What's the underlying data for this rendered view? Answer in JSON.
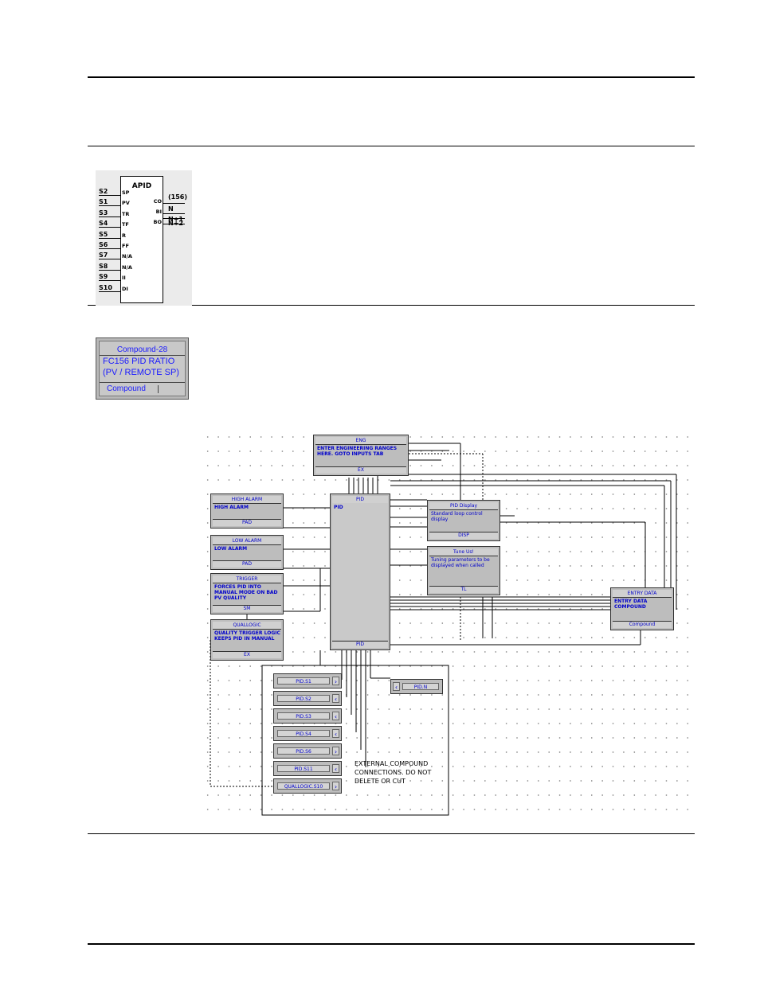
{
  "apid_block": {
    "title": "APID",
    "inputs": [
      {
        "signal": "S2",
        "pin": "SP"
      },
      {
        "signal": "S1",
        "pin": "PV"
      },
      {
        "signal": "S3",
        "pin": "TR"
      },
      {
        "signal": "S4",
        "pin": "TF"
      },
      {
        "signal": "S5",
        "pin": "R"
      },
      {
        "signal": "S6",
        "pin": "FF"
      },
      {
        "signal": "S7",
        "pin": "N/A"
      },
      {
        "signal": "S8",
        "pin": "N/A"
      },
      {
        "signal": "S9",
        "pin": "II"
      },
      {
        "signal": "S10",
        "pin": "DI"
      }
    ],
    "outputs": [
      {
        "pin": "CO",
        "value": "(156)"
      },
      {
        "pin": "BI",
        "value": "N"
      },
      {
        "pin": "BO",
        "value": "N+1"
      }
    ],
    "extra_output": "N+2"
  },
  "compound_icon": {
    "name": "Compound-28",
    "desc_line1": "FC156 PID RATIO",
    "desc_line2": "(PV / REMOTE SP)",
    "type": "Compound"
  },
  "diagram": {
    "eng": {
      "title": "ENG",
      "text": "ENTER ENGINEERING RANGES HERE. GOTO INPUTS TAB",
      "footer": "EX"
    },
    "high_alarm": {
      "title": "HIGH ALARM",
      "text": "HIGH ALARM",
      "footer": "PAD"
    },
    "low_alarm": {
      "title": "LOW ALARM",
      "text": "LOW ALARM",
      "footer": "PAD"
    },
    "trigger": {
      "title": "TRIGGER",
      "text": "FORCES PID INTO MANUAL MODE ON BAD PV QUALITY",
      "footer": "SM"
    },
    "quallogic": {
      "title": "QUALLOGIC",
      "text": "QUALITY TRIGGER LOGIC KEEPS PID IN MANUAL",
      "footer": "EX"
    },
    "pid": {
      "title": "PID",
      "text": "PID",
      "footer": "PID"
    },
    "pid_display": {
      "title": "PID Display",
      "text": "Standard loop control display",
      "footer": "DISP"
    },
    "tune_us": {
      "title": "Tune Us!",
      "text": "Tuning parameters to be displayed when called",
      "footer": "TL"
    },
    "entry_data": {
      "title": "ENTRY DATA",
      "text": "ENTRY DATA COMPOUND",
      "footer": "Compound"
    },
    "refs": [
      "PID.S1",
      "PID.S2",
      "PID.S3",
      "PID.S4",
      "PID.S6",
      "PID.S11",
      "QUALLOGIC.S10"
    ],
    "out_ref": "PID.N",
    "note": [
      "EXTERNAL COMPOUND",
      "CONNECTIONS. DO NOT",
      "DELETE OR CUT"
    ]
  }
}
